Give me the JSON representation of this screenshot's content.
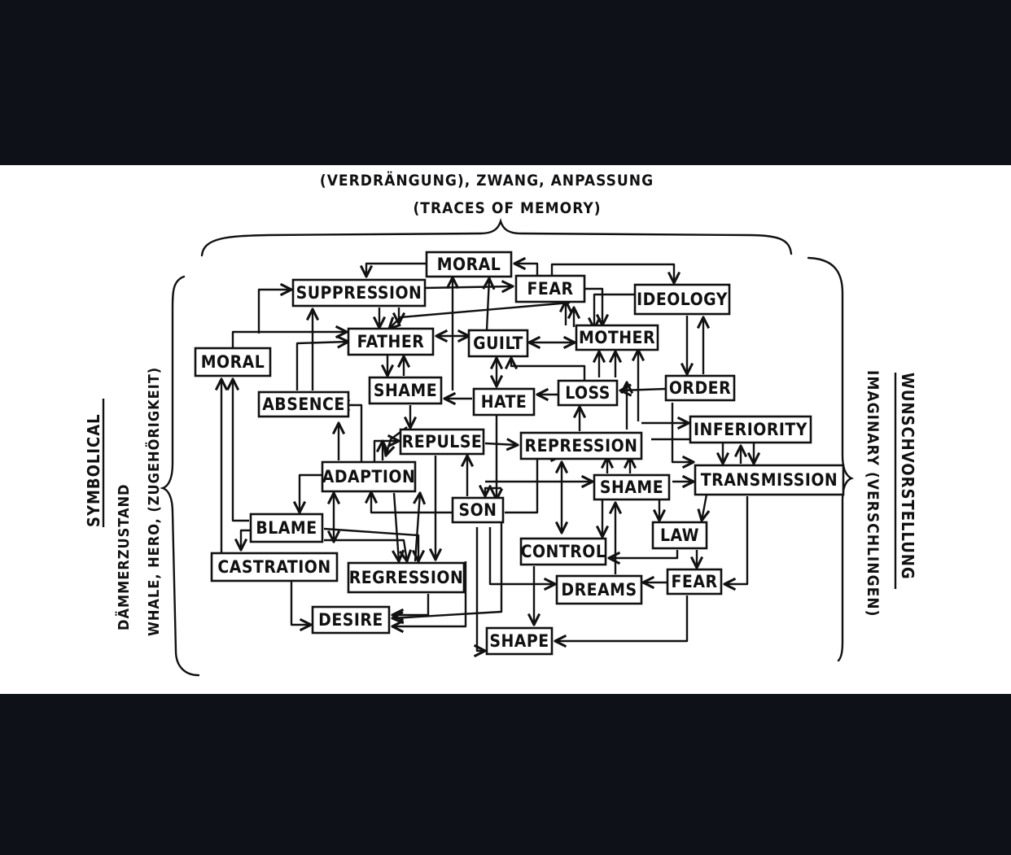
{
  "header": {
    "line1": "(VERDRÄNGUNG), ZWANG, ANPASSUNG",
    "line2": "(TRACES OF MEMORY)"
  },
  "left": {
    "title": "SYMBOLICAL",
    "line1": "DÄMMERZUSTAND",
    "line2": "WHALE, HERO, (ZUGEHÖRIGKEIT)"
  },
  "right": {
    "title": "WUNSCHVORSTELLUNG",
    "line1": "IMAGINARY (VERSCHLINGEN)"
  },
  "nodes": {
    "moral_top": "MORAL",
    "fear_top": "FEAR",
    "suppression": "SUPPRESSION",
    "ideology": "IDEOLOGY",
    "moral_left": "MORAL",
    "father": "FATHER",
    "guilt": "GUILT",
    "mother": "MOTHER",
    "absence": "ABSENCE",
    "shame_upper": "SHAME",
    "hate": "HATE",
    "loss": "LOSS",
    "order": "ORDER",
    "inferiority": "INFERIORITY",
    "repulse": "REPULSE",
    "repression": "REPRESSION",
    "adaption": "ADAPTION",
    "shame_mid": "SHAME",
    "transmission": "TRANSMISSION",
    "son": "SON",
    "blame": "BLAME",
    "law": "LAW",
    "control": "CONTROL",
    "castration": "CASTRATION",
    "regression": "REGRESSION",
    "fear_bottom": "FEAR",
    "dreams": "DREAMS",
    "desire": "DESIRE",
    "shape": "SHAPE"
  }
}
